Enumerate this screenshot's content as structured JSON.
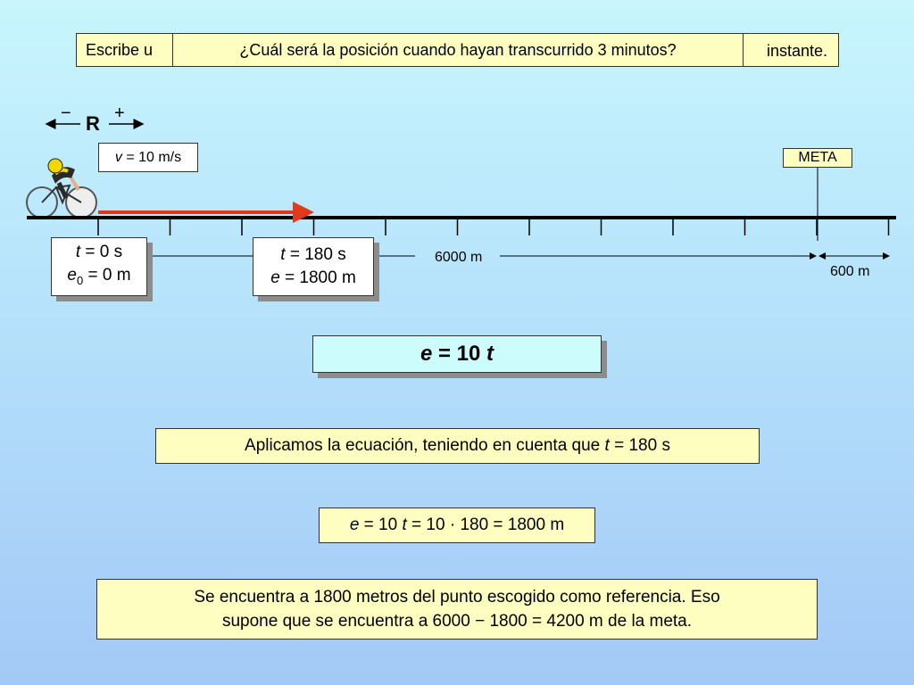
{
  "header": {
    "back_question_start": "Escribe u",
    "back_question_end": "instante.",
    "question": "¿Cuál será la posición cuando hayan transcurrido 3 minutos?"
  },
  "reference": {
    "label": "R",
    "minus": "−",
    "plus": "+"
  },
  "velocity": {
    "var": "v",
    "rest": " = 10 m/s"
  },
  "meta_label": "META",
  "point0": {
    "t_var": "t",
    "t_rest": " = 0 s",
    "e_var": "e",
    "e_sub": "0",
    "e_rest": " = 0 m"
  },
  "point1": {
    "t_var": "t",
    "t_rest": " = 180 s",
    "e_var": "e",
    "e_rest": " = 1800 m"
  },
  "distances": {
    "total": "6000 m",
    "extra": "600 m"
  },
  "equation": {
    "e": "e",
    "mid": " = 10 ",
    "t": "t"
  },
  "apply": {
    "text": "Aplicamos la ecuación, teniendo en cuenta que ",
    "t": "t",
    "rest": " = 180 s"
  },
  "calc": {
    "e": "e",
    "p1": " = 10 ",
    "t": "t",
    "p2": " = 10 · 180 = 1800 m"
  },
  "conclusion": {
    "line1": "Se encuentra a 1800 metros del punto escogido como referencia. Eso",
    "line2": "supone que se encuentra a 6000 − 1800 = 4200 m de la meta."
  },
  "colors": {
    "arrow": "#e03a1a",
    "axis": "#000000",
    "yellow": "#fefec0",
    "equation_bg": "#ccfcfc"
  }
}
